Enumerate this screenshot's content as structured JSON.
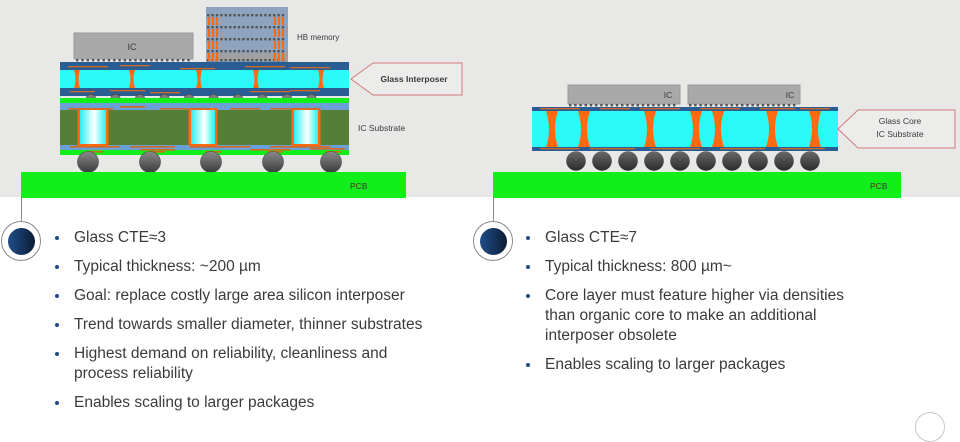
{
  "left_diagram": {
    "ic_label": "IC",
    "memory_label": "HB memory",
    "interposer_callout": "Glass Interposer",
    "substrate_label": "IC Substrate",
    "pcb_label": "PCB"
  },
  "right_diagram": {
    "ic_labels": [
      "IC",
      "IC"
    ],
    "callout_lines": [
      "Glass Core",
      "IC Substrate"
    ],
    "pcb_label": "PCB"
  },
  "left_bullets": [
    "Glass CTE≈3",
    "Typical thickness: ~200 µm",
    "Goal: replace costly large area silicon interposer",
    "Trend towards smaller diameter, thinner substrates",
    "Highest demand on reliability, cleanliness and process reliability",
    "Enables scaling to larger packages"
  ],
  "right_bullets": [
    "Glass CTE≈7",
    "Typical thickness: 800 µm~",
    "Core layer must feature higher via densities than organic core to make an additional interposer obsolete",
    "Enables scaling to larger packages"
  ],
  "colors": {
    "glass": "#2afaf8",
    "copper": "#ff6a10",
    "dark_blue_layer": "#2a5d94",
    "pcb_green": "#12ee1a",
    "organic_core": "#557f37",
    "buildup_blue": "#6a9fd8",
    "ic_gray": "#a9a9a9",
    "callout_border": "#d27a7a",
    "bullet_blue": "#1f4c86"
  }
}
